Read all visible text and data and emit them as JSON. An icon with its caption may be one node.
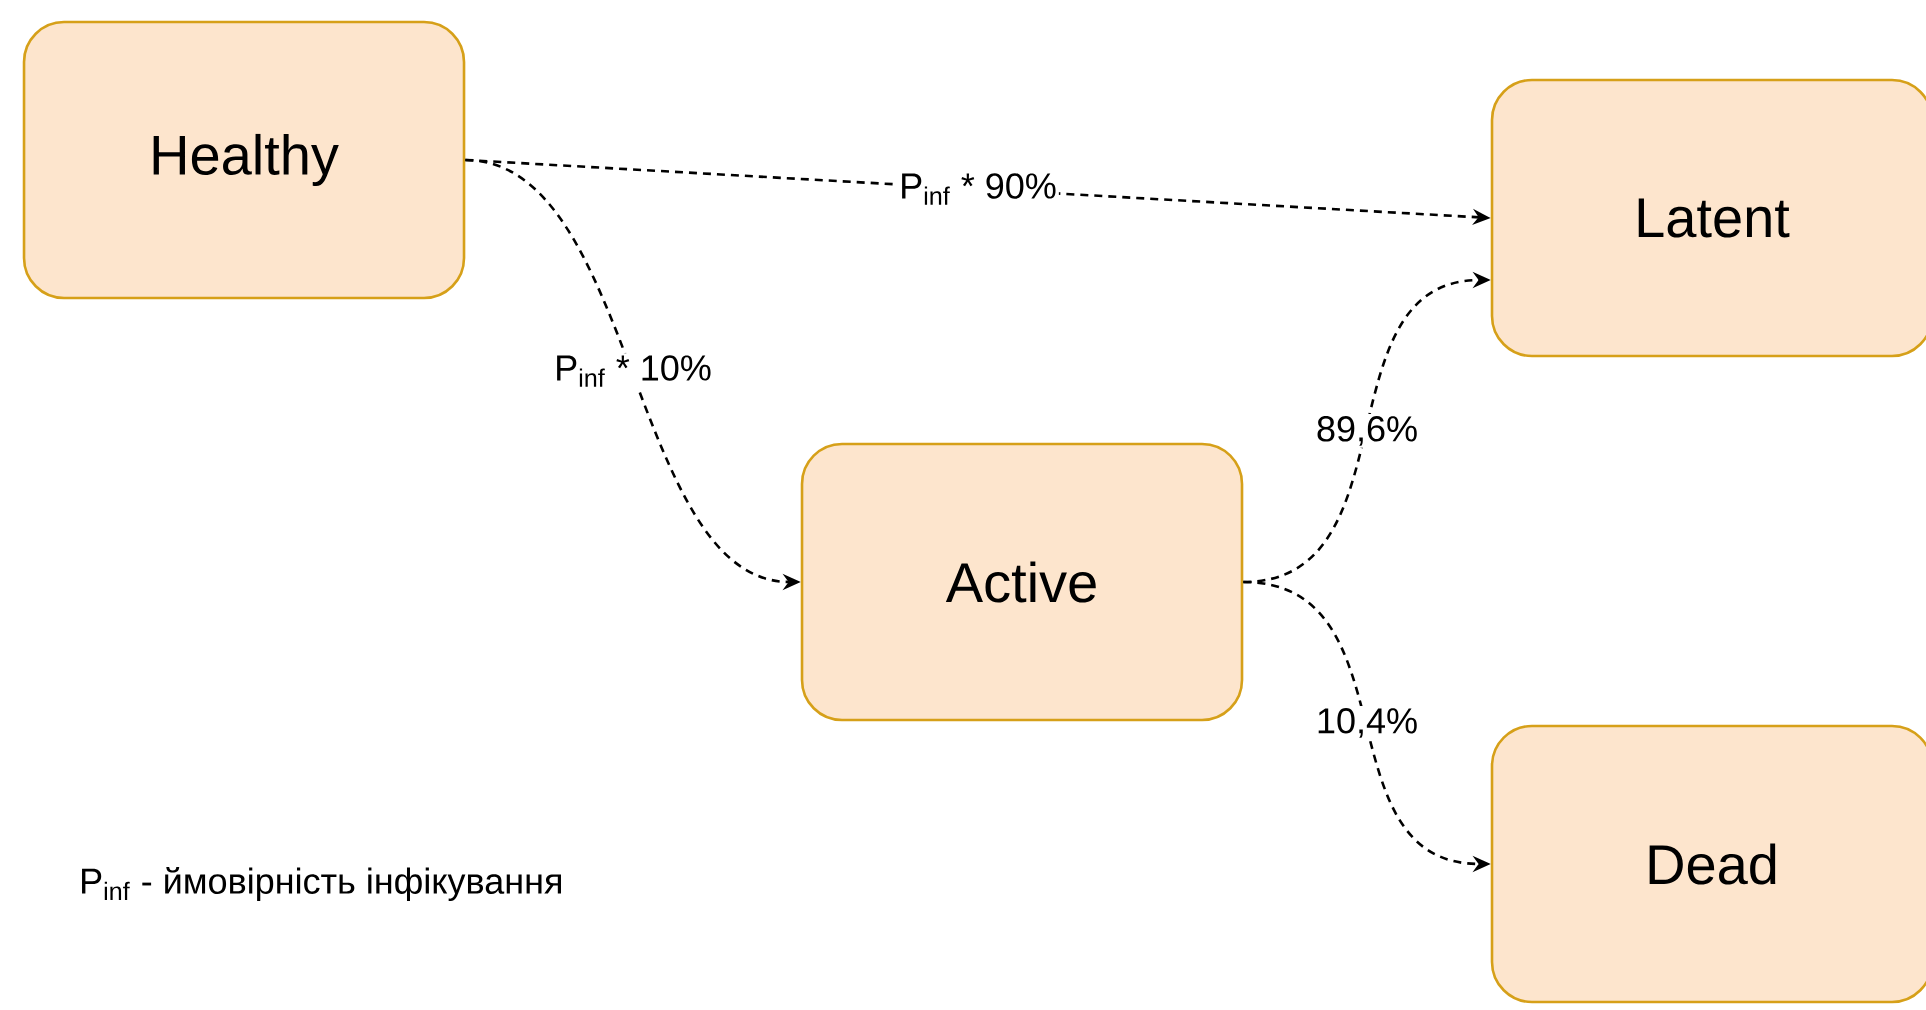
{
  "diagram": {
    "nodes": [
      {
        "text": [
          "Healthy"
        ]
      },
      {
        "text": [
          "Latent"
        ]
      },
      {
        "text": [
          "Active"
        ]
      },
      {
        "text": [
          "Dead"
        ]
      }
    ],
    "edges": [
      {
        "from": 0,
        "to": 1,
        "arrow": "to",
        "label": "P$_{inf}$ * 90%",
        "style": "dashed"
      },
      {
        "from": 0,
        "to": 2,
        "arrow": "to",
        "label": "P$_{inf}$ * 10%",
        "style": "dashed"
      },
      {
        "from": 2,
        "to": 1,
        "arrow": "to",
        "label": "89,6%",
        "style": "dashed"
      },
      {
        "from": 2,
        "to": 3,
        "arrow": "to",
        "label": "10,4%",
        "style": "dashed"
      }
    ],
    "labels": [
      "P$_{inf}$ - ймовірність інфікування"
    ]
  }
}
